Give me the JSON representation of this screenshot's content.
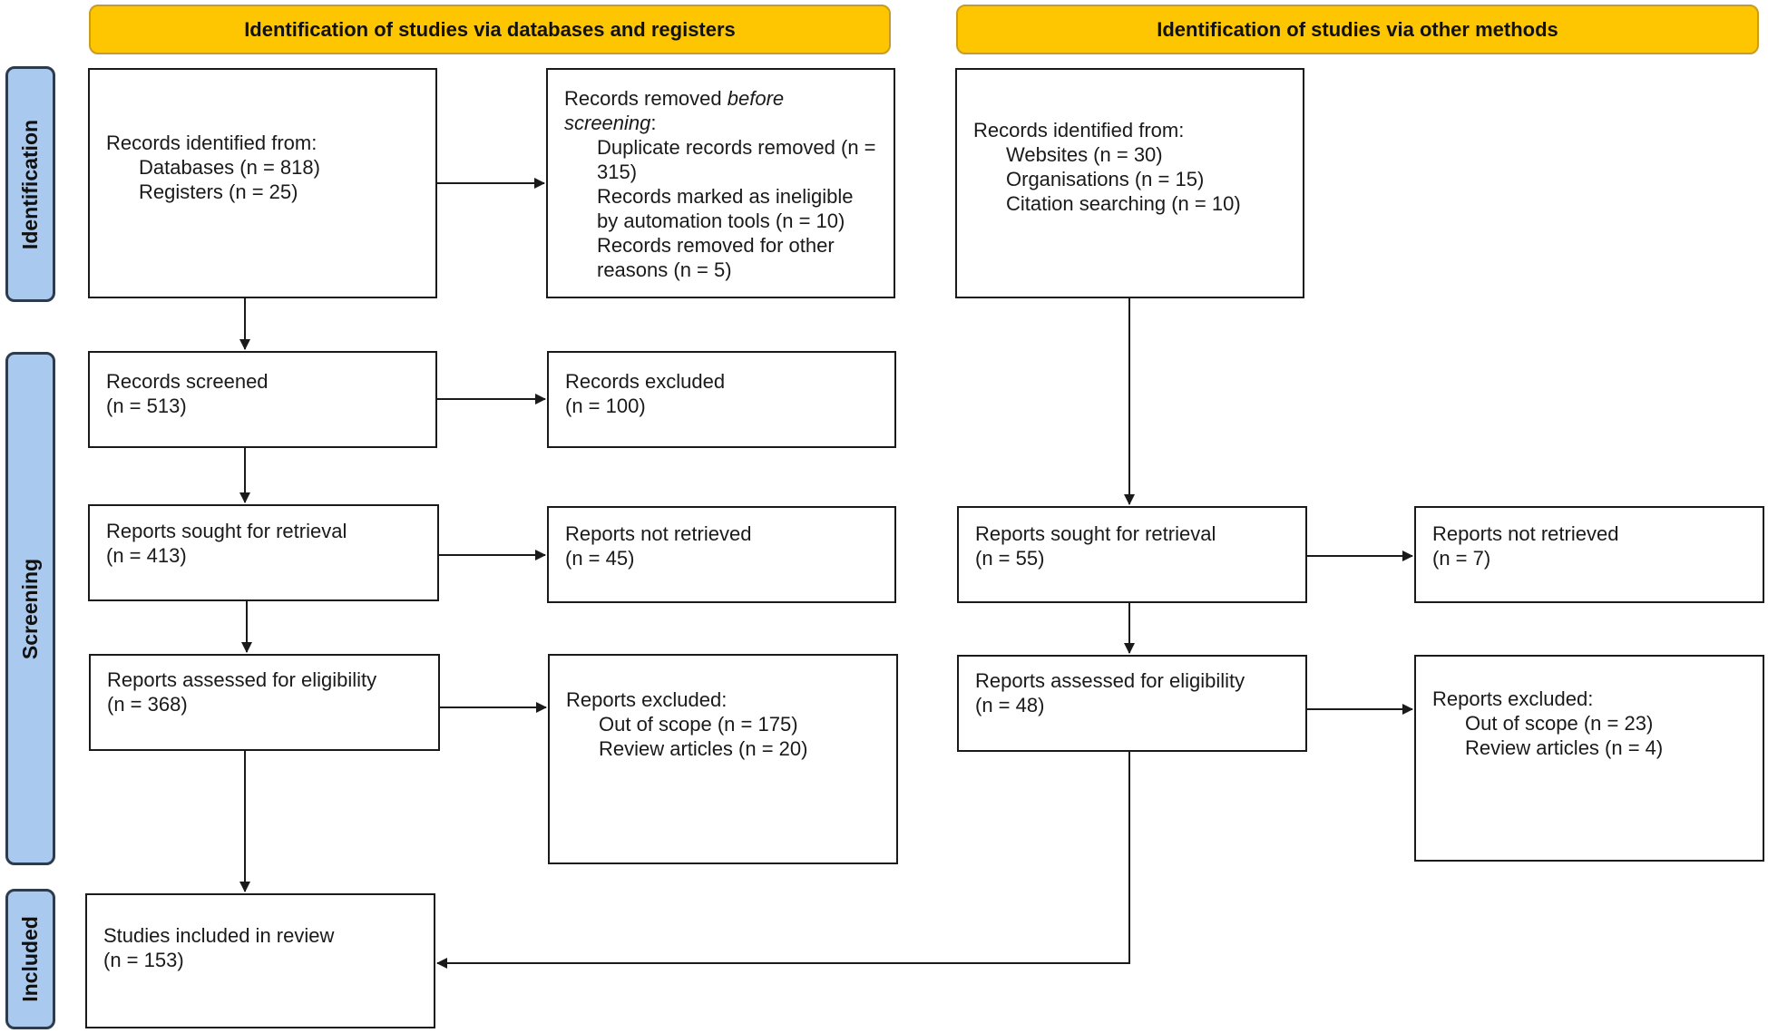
{
  "headers": {
    "left": "Identification of studies via databases and registers",
    "right": "Identification of studies via other methods"
  },
  "phases": {
    "identification": "Identification",
    "screening": "Screening",
    "included": "Included"
  },
  "left": {
    "identified": {
      "title": "Records identified from:",
      "databases": "Databases (n = 818)",
      "registers": "Registers (n = 25)"
    },
    "removed": {
      "title_plain": "Records removed ",
      "title_italic": "before screening",
      "title_colon": ":",
      "items": [
        "Duplicate records removed (n = 315)",
        "Records marked as ineligible by automation tools (n = 10)",
        "Records removed for other reasons (n = 5)"
      ]
    },
    "screened": {
      "title": "Records screened",
      "n": "(n = 513)"
    },
    "excluded": {
      "title": "Records excluded",
      "n": "(n = 100)"
    },
    "sought": {
      "title": "Reports sought for retrieval",
      "n": "(n = 413)"
    },
    "not_retrieved": {
      "title": "Reports not retrieved",
      "n": "(n = 45)"
    },
    "assessed": {
      "title": "Reports assessed for eligibility",
      "n": "(n = 368)"
    },
    "reports_excluded": {
      "title": "Reports excluded:",
      "items": [
        "Out of scope (n = 175)",
        "Review articles (n = 20)"
      ]
    },
    "included": {
      "title": "Studies included in review",
      "n": "(n = 153)"
    }
  },
  "right": {
    "identified": {
      "title": "Records identified from:",
      "items": [
        "Websites (n = 30)",
        "Organisations (n = 15)",
        "Citation searching (n = 10)"
      ]
    },
    "sought": {
      "title": "Reports sought for retrieval",
      "n": "(n = 55)"
    },
    "not_retrieved": {
      "title": "Reports not retrieved",
      "n": "(n = 7)"
    },
    "assessed": {
      "title": "Reports assessed for eligibility",
      "n": "(n = 48)"
    },
    "reports_excluded": {
      "title": "Reports excluded:",
      "items": [
        "Out of scope (n = 23)",
        "Review articles (n = 4)"
      ]
    }
  },
  "colors": {
    "header_fill": "#fdc600",
    "phase_fill": "#a9c9ee",
    "line": "#1a1a1a"
  }
}
